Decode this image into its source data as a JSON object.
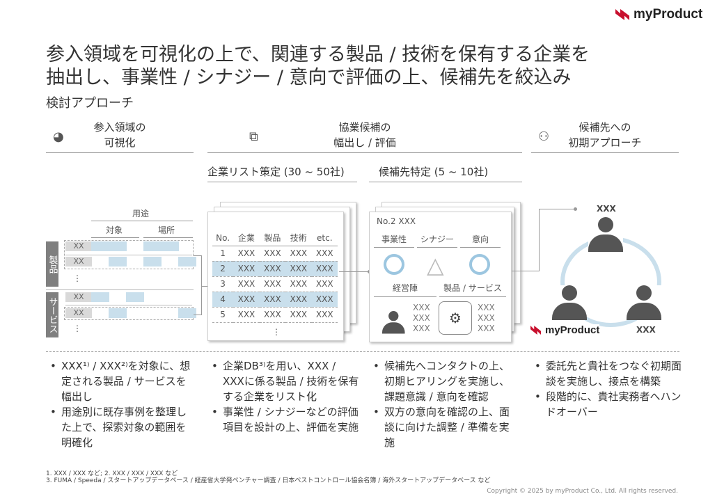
{
  "brand": {
    "name": "myProduct",
    "color": "#c8102e"
  },
  "title": {
    "line1": "参入領域を可視化の上で、関連する製品 / 技術を保有する企業を",
    "line2": "抽出し、事業性 / シナジー / 意向で評価の上、候補先を絞込み",
    "subtitle": "検討アプローチ"
  },
  "sections": [
    {
      "line1": "参入領域の",
      "line2": "可視化",
      "icon": "pie-chart-icon"
    },
    {
      "line1": "協業候補の",
      "line2": "幅出し / 評価",
      "icon": "org-chart-icon"
    },
    {
      "line1": "候補先への",
      "line2": "初期アプローチ",
      "icon": "meeting-icon"
    }
  ],
  "subheads": {
    "list": "企業リスト策定 (30 ~ 50社)",
    "candidates": "候補先特定 (5 ~ 10社)"
  },
  "matrix": {
    "usage": "用途",
    "target": "対象",
    "place": "場所",
    "product": "製品",
    "service": "サービス",
    "xx": "XX",
    "dots": "⋮"
  },
  "company_table": {
    "headers": [
      "No.",
      "企業",
      "製品",
      "技術",
      "etc."
    ],
    "rows": [
      [
        "1",
        "XXX",
        "XXX",
        "XXX",
        "XXX"
      ],
      [
        "2",
        "XXX",
        "XXX",
        "XXX",
        "XXX"
      ],
      [
        "3",
        "XXX",
        "XXX",
        "XXX",
        "XXX"
      ],
      [
        "4",
        "XXX",
        "XXX",
        "XXX",
        "XXX"
      ],
      [
        "5",
        "XXX",
        "XXX",
        "XXX",
        "XXX"
      ]
    ],
    "dots": "⋮"
  },
  "candidate_card": {
    "name": "No.2 XXX",
    "criteria": [
      "事業性",
      "シナジー",
      "意向"
    ],
    "team": "経営陣",
    "products": "製品 / サービス",
    "team_vals": [
      "XXX",
      "XXX",
      "XXX"
    ],
    "product_vals": [
      "XXX",
      "XXX",
      "XXX"
    ]
  },
  "approach": {
    "top": "XXX",
    "right": "XXX"
  },
  "bullets": [
    [
      "XXX¹⁾ / XXX²⁾を対象に、想定される製品 / サービスを幅出し",
      "用途別に既存事例を整理した上で、探索対象の範囲を明確化"
    ],
    [
      "企業DB³⁾を用い、XXX / XXXに係る製品 / 技術を保有する企業をリスト化",
      "事業性 / シナジーなどの評価項目を設計の上、評価を実施"
    ],
    [
      "候補先へコンタクトの上、初期ヒアリングを実施し、課題意識 / 意向を確認",
      "双方の意向を確認の上、面談に向けた調整 / 準備を実施"
    ],
    [
      "委託先と貴社をつなぐ初期面談を実施し、接点を構築",
      "段階的に、貴社実務者へハンドオーバー"
    ]
  ],
  "footnotes": {
    "line1": "1. XXX / XXX など; 2. XXX / XXX / XXX など",
    "line2": "3. FUMA / Speeda / スタートアップデータベース / 経産省大学発ベンチャー調査 / 日本ペストコントロール協会名簿 / 海外スタートアップデータベース など"
  },
  "copyright": "Copyright © 2025 by myProduct Co., Ltd.  All rights reserved."
}
